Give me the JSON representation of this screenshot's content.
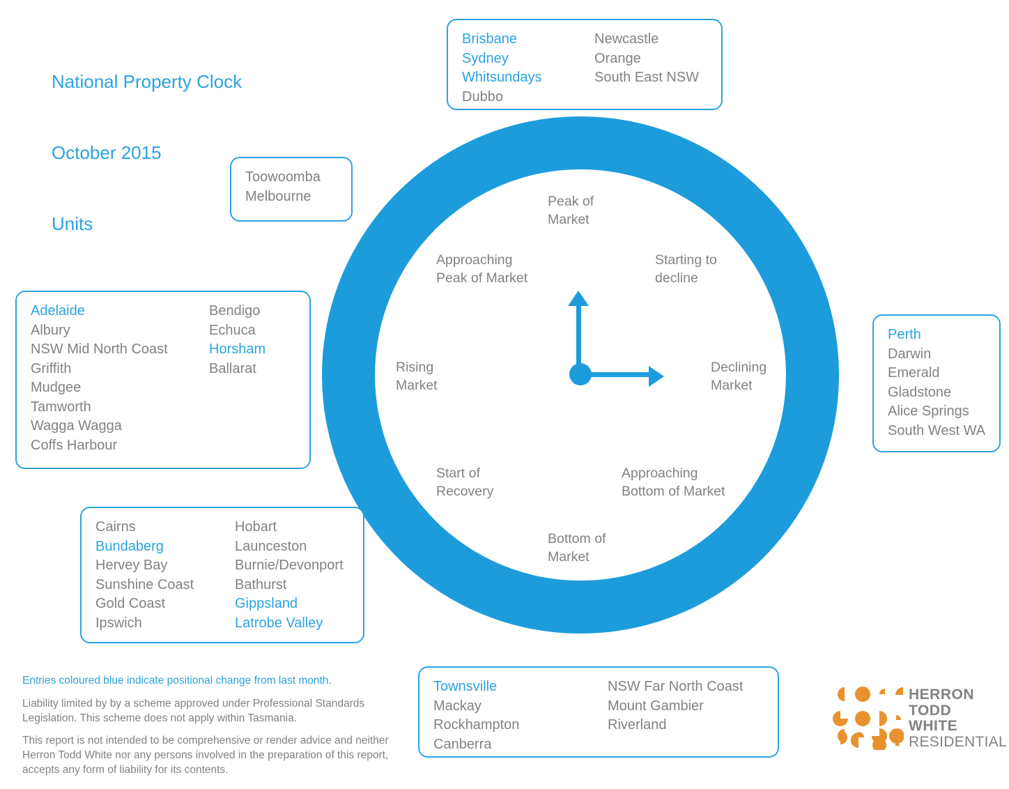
{
  "title": {
    "line1": "National Property Clock",
    "line2": "October 2015",
    "line3": "Units"
  },
  "colors": {
    "ring_blue": "#1d9cdc",
    "text_blue": "#2ba3e0",
    "text_gray": "#808285",
    "logo_orange": "#e8922f",
    "logo_gray": "#808285"
  },
  "clock": {
    "labels": {
      "peak_of_market": "Peak of\nMarket",
      "approaching_peak": "Approaching\nPeak of Market",
      "starting_to_decline": "Starting to\ndecline",
      "rising_market": "Rising\nMarket",
      "declining_market": "Declining\nMarket",
      "start_of_recovery": "Start of\nRecovery",
      "approaching_bottom": "Approaching\nBottom of Market",
      "bottom_of_market": "Bottom of\nMarket"
    },
    "hour_hand_direction": "up",
    "minute_hand_direction": "right"
  },
  "boxes": {
    "top": {
      "position": "peak-of-market",
      "col1": [
        {
          "label": "Brisbane",
          "changed": true
        },
        {
          "label": "Sydney",
          "changed": true
        },
        {
          "label": "Whitsundays",
          "changed": true
        },
        {
          "label": "Dubbo",
          "changed": false
        }
      ],
      "col2": [
        {
          "label": "Newcastle",
          "changed": false
        },
        {
          "label": "Orange",
          "changed": false
        },
        {
          "label": "South East NSW",
          "changed": false
        }
      ]
    },
    "toowoomba": {
      "position": "approaching-peak-of-market",
      "col1": [
        {
          "label": "Toowoomba",
          "changed": false
        },
        {
          "label": "Melbourne",
          "changed": false
        }
      ],
      "col2": []
    },
    "left": {
      "position": "rising-market",
      "col1": [
        {
          "label": "Adelaide",
          "changed": true
        },
        {
          "label": "Albury",
          "changed": false
        },
        {
          "label": "NSW Mid North Coast",
          "changed": false
        },
        {
          "label": "Griffith",
          "changed": false
        },
        {
          "label": "Mudgee",
          "changed": false
        },
        {
          "label": "Tamworth",
          "changed": false
        },
        {
          "label": "Wagga Wagga",
          "changed": false
        },
        {
          "label": "Coffs Harbour",
          "changed": false
        }
      ],
      "col2": [
        {
          "label": "Bendigo",
          "changed": false
        },
        {
          "label": "Echuca",
          "changed": false
        },
        {
          "label": "Horsham",
          "changed": true
        },
        {
          "label": "Ballarat",
          "changed": false
        }
      ]
    },
    "lower_left": {
      "position": "start-of-recovery",
      "col1": [
        {
          "label": "Cairns",
          "changed": false
        },
        {
          "label": "Bundaberg",
          "changed": true
        },
        {
          "label": "Hervey Bay",
          "changed": false
        },
        {
          "label": "Sunshine Coast",
          "changed": false
        },
        {
          "label": "Gold Coast",
          "changed": false
        },
        {
          "label": "Ipswich",
          "changed": false
        }
      ],
      "col2": [
        {
          "label": "Hobart",
          "changed": false
        },
        {
          "label": "Launceston",
          "changed": false
        },
        {
          "label": "Burnie/Devonport",
          "changed": false
        },
        {
          "label": "Bathurst",
          "changed": false
        },
        {
          "label": "Gippsland",
          "changed": true
        },
        {
          "label": "Latrobe Valley",
          "changed": true
        }
      ]
    },
    "right": {
      "position": "declining-market",
      "col1": [
        {
          "label": "Perth",
          "changed": true
        },
        {
          "label": "Darwin",
          "changed": false
        },
        {
          "label": "Emerald",
          "changed": false
        },
        {
          "label": "Gladstone",
          "changed": false
        },
        {
          "label": "Alice Springs",
          "changed": false
        },
        {
          "label": "South West WA",
          "changed": false
        }
      ],
      "col2": []
    },
    "bottom": {
      "position": "bottom-of-market",
      "col1": [
        {
          "label": "Townsville",
          "changed": true
        },
        {
          "label": "Mackay",
          "changed": false
        },
        {
          "label": "Rockhampton",
          "changed": false
        },
        {
          "label": "Canberra",
          "changed": false
        }
      ],
      "col2": [
        {
          "label": "NSW Far North Coast",
          "changed": false
        },
        {
          "label": "Mount Gambier",
          "changed": false
        },
        {
          "label": "Riverland",
          "changed": false
        }
      ]
    }
  },
  "footer": {
    "note": "Entries coloured blue indicate positional change from last month.",
    "paragraph1": "Liability limited by by a scheme approved under Professional Standards Legislation. This scheme does not apply within Tasmania.",
    "paragraph2": "This report is not intended to be comprehensive or render advice and neither Herron Todd White nor any persons involved in the preparation of this report, accepts any form of liability for its contents."
  },
  "logo": {
    "line1": "HERRON",
    "line2": "TODD",
    "line3": "WHITE",
    "line4": "RESIDENTIAL"
  }
}
